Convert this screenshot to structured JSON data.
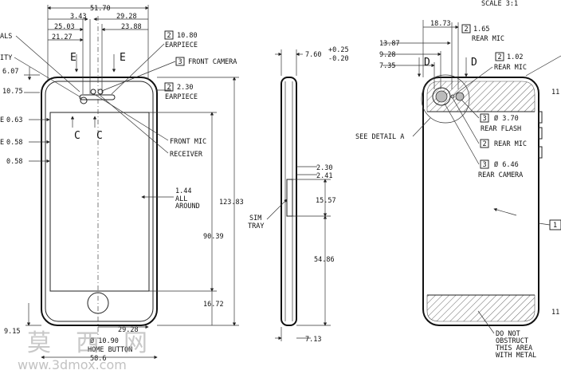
{
  "header": {
    "scale": "SCALE 3:1"
  },
  "front": {
    "dims_top": [
      "51.70",
      "3.43",
      "29.28",
      "25.03",
      "23.88",
      "21.27"
    ],
    "dims_left": [
      "6.07",
      "10.75",
      "0.63",
      "0.58",
      "0.58",
      "9.15"
    ],
    "dims_right": [
      "1.44",
      "ALL",
      "AROUND",
      "123.83",
      "90.39",
      "16.72"
    ],
    "dims_bottom": [
      "29.28",
      "Ø 10.90",
      "HOME BUTTON",
      "58.6"
    ],
    "section_labels": [
      "E",
      "E",
      "C",
      "C"
    ],
    "cut_labels": [
      "ALS",
      "ITY",
      "E",
      "E"
    ],
    "callouts": {
      "earpiece_top_num": "2",
      "earpiece_top_val": "10.80",
      "earpiece_top_lbl": "EARPIECE",
      "front_camera_num": "3",
      "front_camera_lbl": "FRONT CAMERA",
      "earpiece_num": "2",
      "earpiece_val": "2.30",
      "earpiece_lbl": "EARPIECE",
      "front_mic": "FRONT MIC",
      "receiver": "RECEIVER"
    }
  },
  "side": {
    "thickness": "7.60",
    "tol_plus": "+0.25",
    "tol_minus": "-0.20",
    "dims": [
      "2.30",
      "2.41",
      "15.57",
      "54.86",
      "7.13"
    ],
    "sim_tray": [
      "SIM",
      "TRAY"
    ]
  },
  "back": {
    "dims_top": [
      "18.73",
      "13.87",
      "9.28",
      "7.35"
    ],
    "section_labels": [
      "D",
      "D"
    ],
    "callouts": {
      "rear_mic_top_num": "2",
      "rear_mic_top_val": "1.65",
      "rear_mic_top_lbl": "REAR MIC",
      "rear_mic2_num": "2",
      "rear_mic2_val": "1.02",
      "rear_mic2_lbl": "REAR MIC",
      "flash_num": "3",
      "flash_val": "Ø 3.70",
      "flash_lbl": "REAR FLASH",
      "rear_mic3_num": "2",
      "rear_mic3_lbl": "REAR MIC",
      "camera_num": "3",
      "camera_val": "Ø 6.46",
      "camera_lbl": "REAR CAMERA",
      "detail": "SEE DETAIL A",
      "obstruct": [
        "DO NOT",
        "OBSTRUCT",
        "THIS AREA",
        "WITH METAL"
      ]
    },
    "edge_dims": [
      "11.",
      "1",
      "11."
    ]
  },
  "watermark": {
    "chars": [
      "莫",
      "西",
      "网"
    ],
    "url": "www.3dmox.com"
  }
}
